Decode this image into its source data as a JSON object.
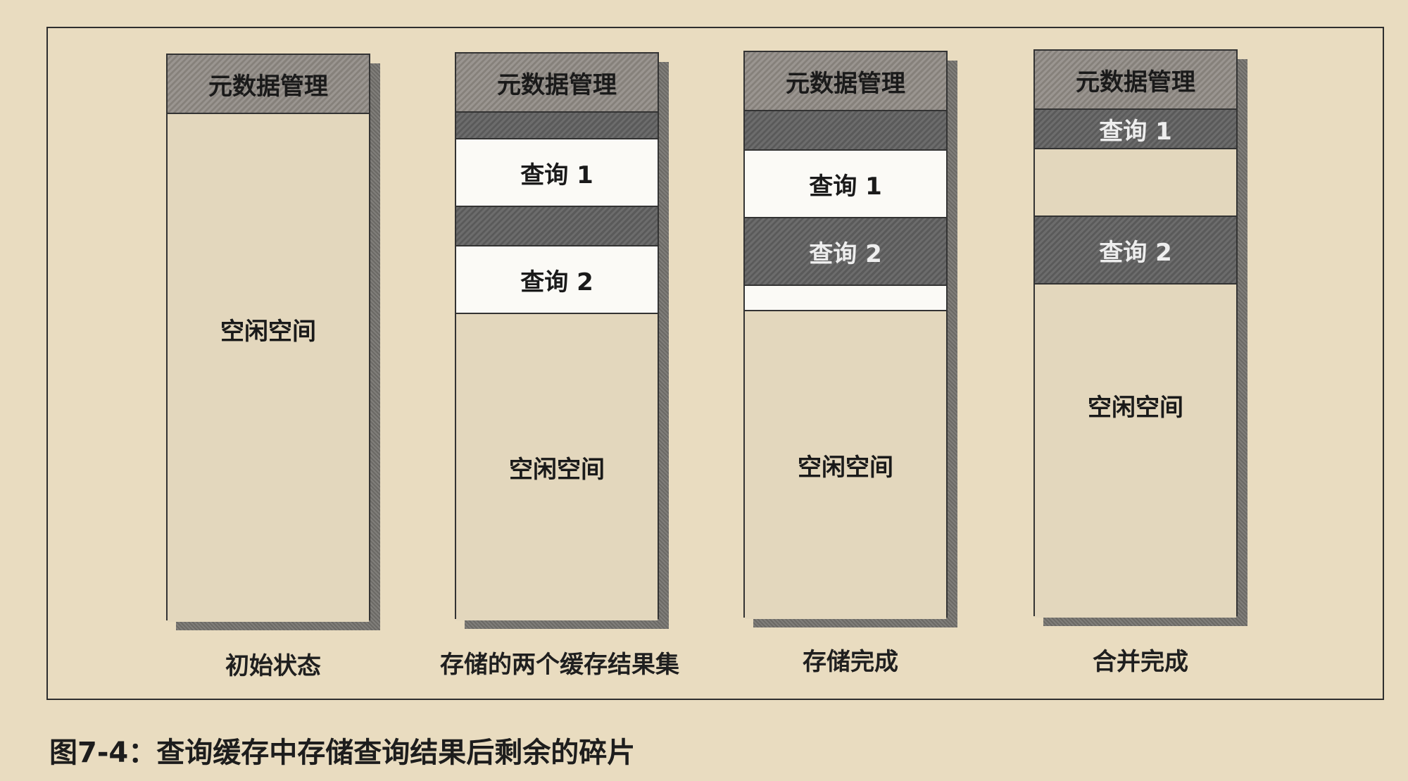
{
  "columns": [
    {
      "caption": "初始状态",
      "segments": [
        {
          "kind": "header",
          "label": "元数据管理"
        },
        {
          "kind": "free",
          "label": "空闲空间"
        }
      ]
    },
    {
      "caption": "存储的两个缓存结果集",
      "segments": [
        {
          "kind": "header",
          "label": "元数据管理"
        },
        {
          "kind": "dark",
          "label": ""
        },
        {
          "kind": "white",
          "label": "查询 1"
        },
        {
          "kind": "dark",
          "label": ""
        },
        {
          "kind": "white",
          "label": "查询 2"
        },
        {
          "kind": "free",
          "label": "空闲空间"
        }
      ]
    },
    {
      "caption": "存储完成",
      "segments": [
        {
          "kind": "header",
          "label": "元数据管理"
        },
        {
          "kind": "dark",
          "label": ""
        },
        {
          "kind": "white",
          "label": "查询 1"
        },
        {
          "kind": "dark",
          "label": "查询 2"
        },
        {
          "kind": "white",
          "label": ""
        },
        {
          "kind": "free",
          "label": "空闲空间"
        }
      ]
    },
    {
      "caption": "合并完成",
      "segments": [
        {
          "kind": "header",
          "label": "元数据管理"
        },
        {
          "kind": "dark",
          "label": "查询 1"
        },
        {
          "kind": "free",
          "label": ""
        },
        {
          "kind": "dark",
          "label": "查询 2"
        },
        {
          "kind": "free",
          "label": "空闲空间"
        }
      ]
    }
  ],
  "figure_caption": "图7-4：查询缓存中存储查询结果后剩余的碎片"
}
